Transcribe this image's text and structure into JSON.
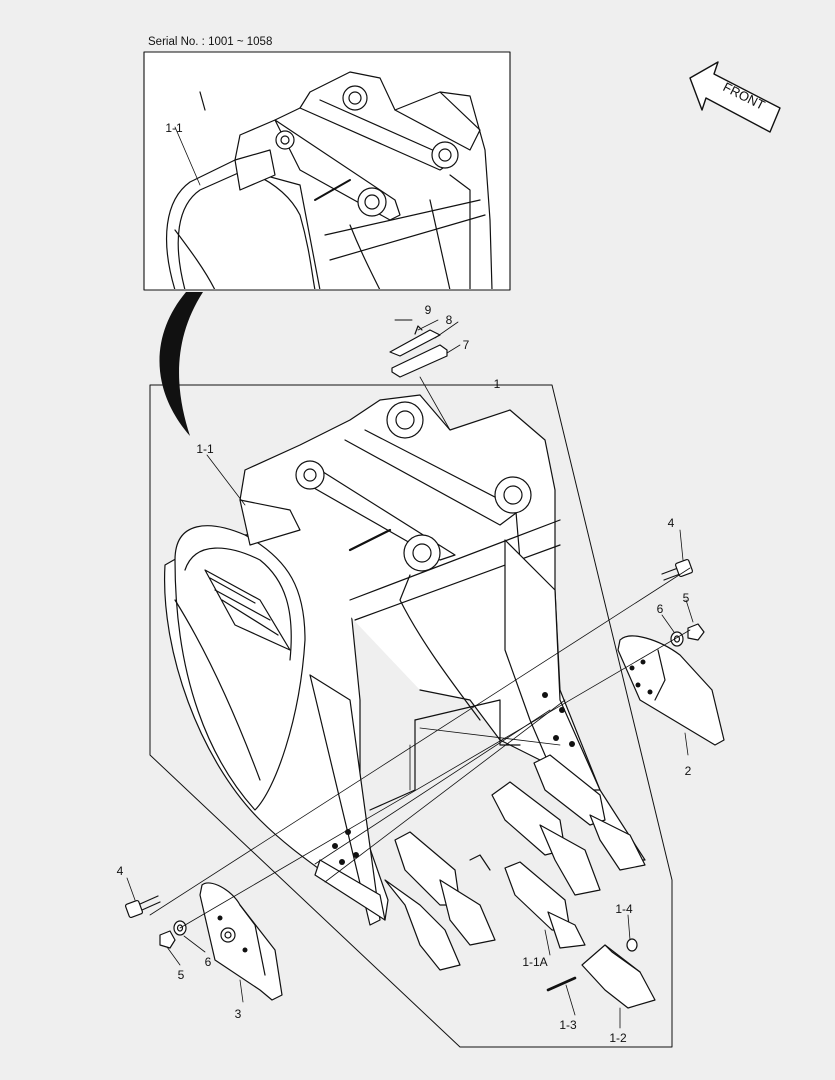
{
  "header": {
    "serial": "Serial No. : 1001 ~ 1058"
  },
  "direction": {
    "label": "FRONT"
  },
  "callouts": {
    "one": "1",
    "one_one_inset": "1-1",
    "one_one_main": "1-1",
    "one_one_a": "1-1A",
    "one_two": "1-2",
    "one_three": "1-3",
    "one_four": "1-4",
    "two": "2",
    "three": "3",
    "four_right": "4",
    "four_left": "4",
    "five_right": "5",
    "five_left": "5",
    "six_right": "6",
    "six_left": "6",
    "seven": "7",
    "eight": "8",
    "nine": "9"
  },
  "colors": {
    "line": "#111111",
    "fill": "#ffffff",
    "background": "#efefef"
  }
}
